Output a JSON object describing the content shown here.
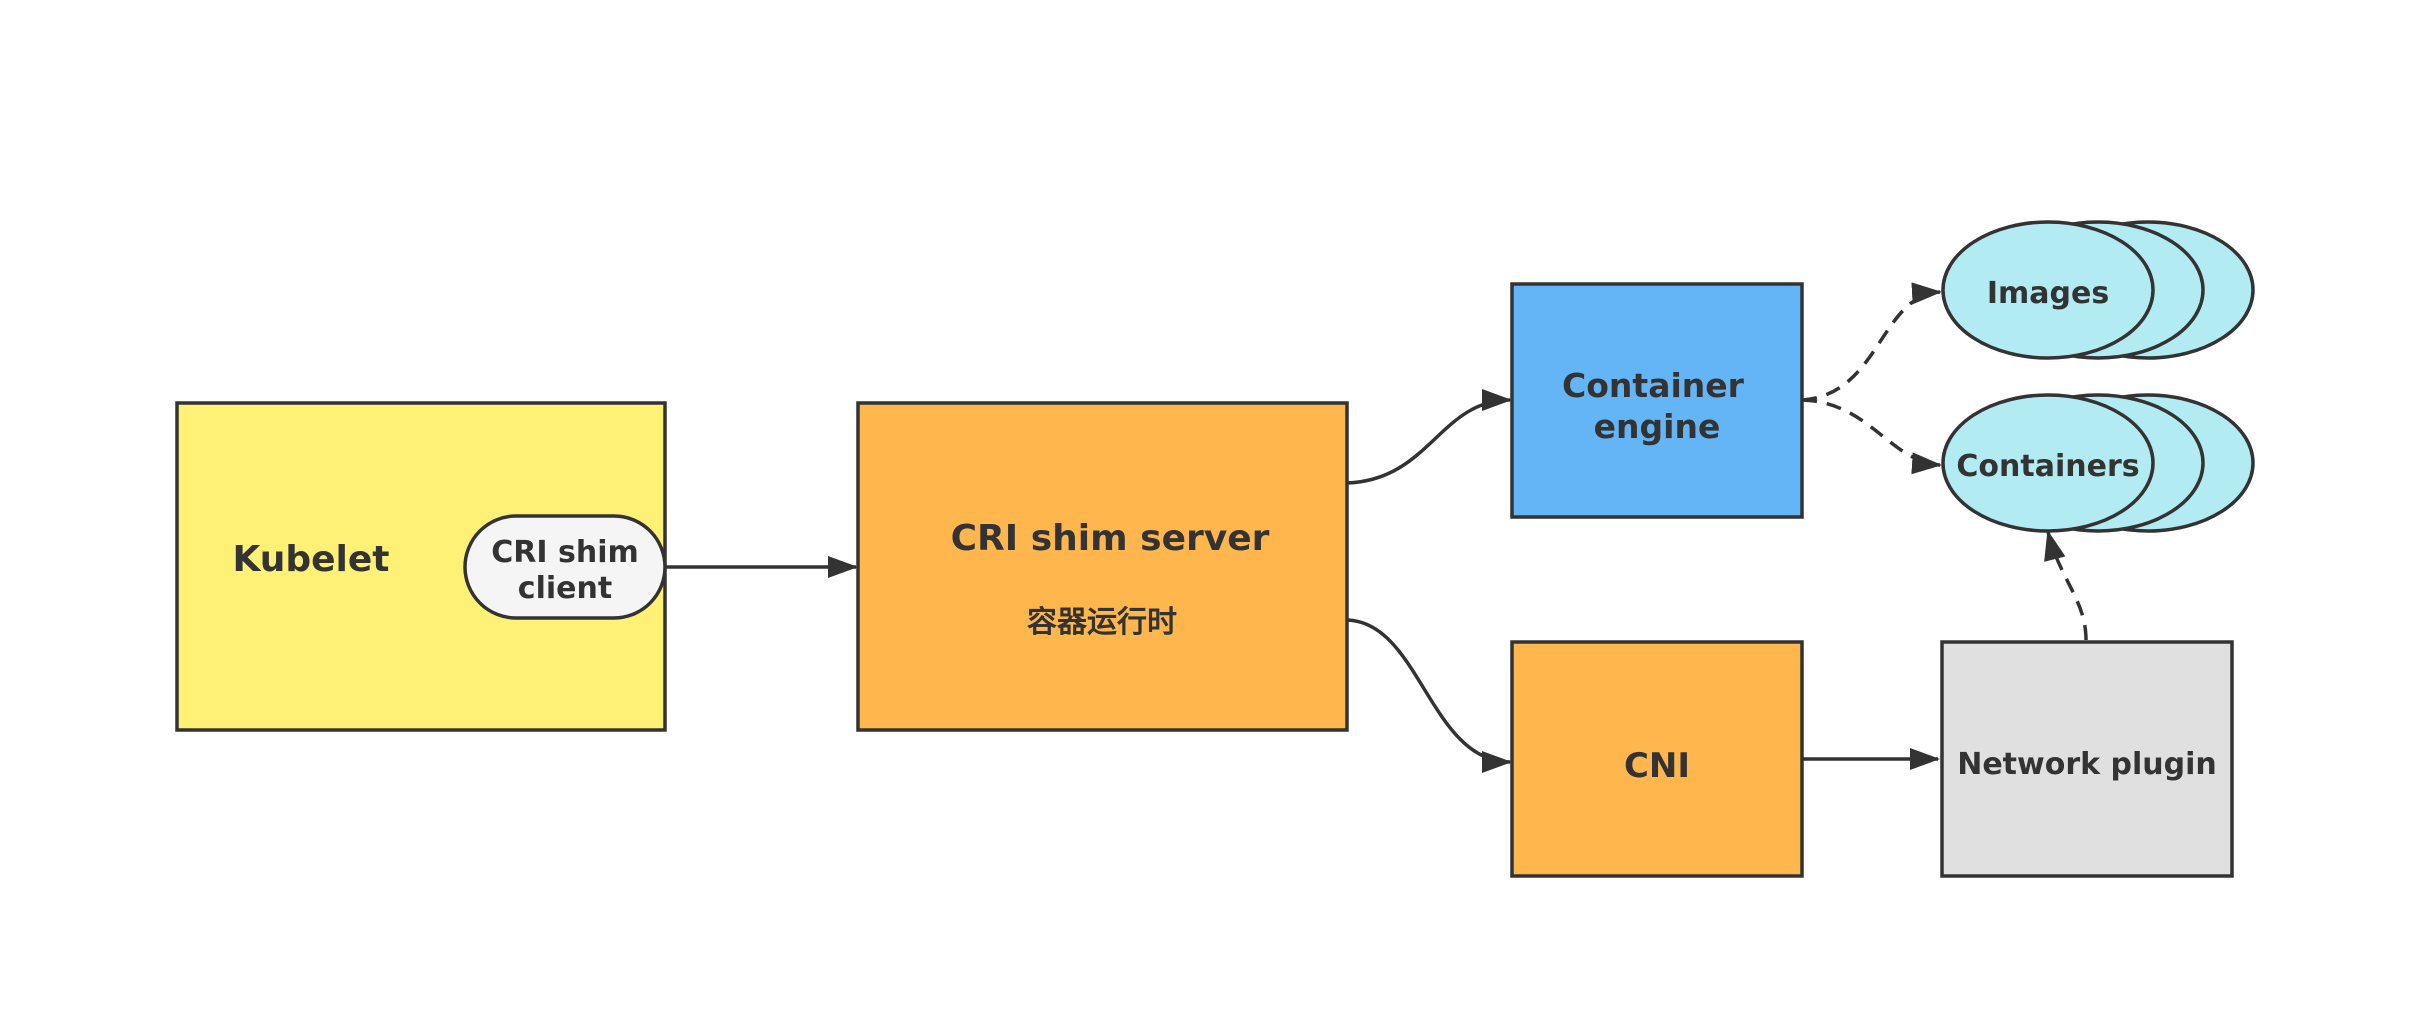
{
  "diagram": {
    "nodes": {
      "kubelet": {
        "label": "Kubelet",
        "color": "#FFF176"
      },
      "cri_shim_client": {
        "label_line1": "CRI shim",
        "label_line2": "client",
        "color": "#F5F5F5"
      },
      "cri_shim_server": {
        "label": "CRI shim server",
        "sublabel": "容器运行时",
        "color": "#FFB74D"
      },
      "container_engine": {
        "label_line1": "Container",
        "label_line2": "engine",
        "color": "#64B5F6"
      },
      "cni": {
        "label": "CNI",
        "color": "#FFB74D"
      },
      "network_plugin": {
        "label": "Network plugin",
        "color": "#E0E0E0"
      },
      "images": {
        "label": "Images",
        "color": "#B2EBF2"
      },
      "containers": {
        "label": "Containers",
        "color": "#B2EBF2"
      }
    },
    "edges": [
      {
        "from": "cri_shim_client",
        "to": "cri_shim_server",
        "style": "solid"
      },
      {
        "from": "cri_shim_server",
        "to": "container_engine",
        "style": "solid"
      },
      {
        "from": "cri_shim_server",
        "to": "cni",
        "style": "solid"
      },
      {
        "from": "container_engine",
        "to": "images",
        "style": "dashed"
      },
      {
        "from": "container_engine",
        "to": "containers",
        "style": "dashed"
      },
      {
        "from": "cni",
        "to": "network_plugin",
        "style": "solid"
      },
      {
        "from": "network_plugin",
        "to": "containers",
        "style": "dashed"
      }
    ],
    "colors": {
      "stroke": "#333333",
      "text": "#333333"
    }
  }
}
